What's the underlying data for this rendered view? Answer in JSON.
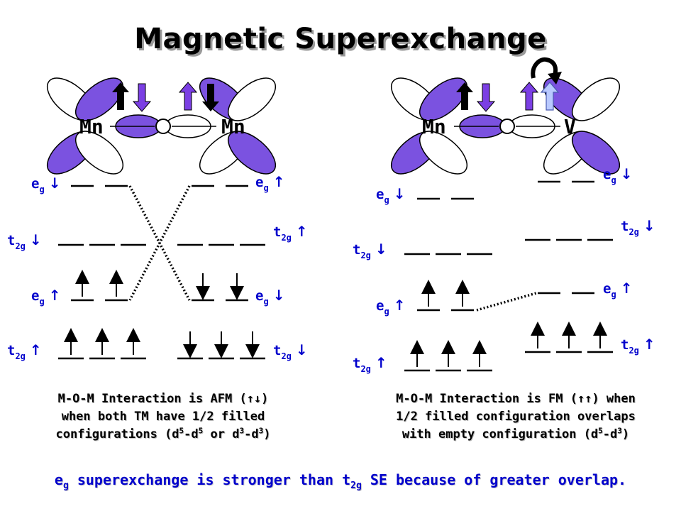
{
  "title": "Magnetic Superexchange",
  "left_diagram": {
    "atoms": [
      "Mn",
      "O",
      "Mn"
    ],
    "levels": [
      {
        "label": "e",
        "sub": "g",
        "arrow": "↓"
      },
      {
        "label": "t",
        "sub": "2g",
        "arrow": "↓"
      },
      {
        "label": "e",
        "sub": "g",
        "arrow": "↑"
      },
      {
        "label": "t",
        "sub": "2g",
        "arrow": "↑"
      },
      {
        "label": "e",
        "sub": "g",
        "arrow": "↑"
      },
      {
        "label": "t",
        "sub": "2g",
        "arrow": "↑"
      },
      {
        "label": "e",
        "sub": "g",
        "arrow": "↓"
      },
      {
        "label": "t",
        "sub": "2g",
        "arrow": "↓"
      }
    ],
    "caption": {
      "line1": "M-O-M Interaction is AFM (↑↓)",
      "line2": "when both TM have 1/2 filled",
      "line3_a": "configurations (d",
      "line3_b": "5",
      "line3_c": "-d",
      "line3_d": "5",
      "line3_e": " or d",
      "line3_f": "3",
      "line3_g": "-d",
      "line3_h": "3",
      "line3_i": ")"
    }
  },
  "right_diagram": {
    "atoms": [
      "Mn",
      "O",
      "V"
    ],
    "levels": [
      {
        "label": "e",
        "sub": "g",
        "arrow": "↓"
      },
      {
        "label": "t",
        "sub": "2g",
        "arrow": "↓"
      },
      {
        "label": "e",
        "sub": "g",
        "arrow": "↑"
      },
      {
        "label": "t",
        "sub": "2g",
        "arrow": "↑"
      },
      {
        "label": "e",
        "sub": "g",
        "arrow": "↓"
      },
      {
        "label": "t",
        "sub": "2g",
        "arrow": "↓"
      },
      {
        "label": "e",
        "sub": "g",
        "arrow": "↑"
      },
      {
        "label": "t",
        "sub": "2g",
        "arrow": "↑"
      }
    ],
    "caption": {
      "line1": "M-O-M Interaction is FM (↑↑) when",
      "line2": "1/2 filled configuration overlaps",
      "line3_a": "with empty configuration (d",
      "line3_b": "5",
      "line3_c": "-d",
      "line3_d": "3",
      "line3_e": ")"
    }
  },
  "bottom_note": {
    "a": "e",
    "b": "g",
    "c": " superexchange is stronger than t",
    "d": "2g",
    "e": " SE because of greater overlap."
  },
  "colors": {
    "label_blue": "#0000cc",
    "orbital_purple": "#7b52e0",
    "spin_purple": "#7b3fe4",
    "spin_light": "#b9c9ff"
  },
  "icons": [
    "curved-flip-arrow-icon",
    "spin-up-arrow-icon",
    "spin-down-arrow-icon"
  ]
}
